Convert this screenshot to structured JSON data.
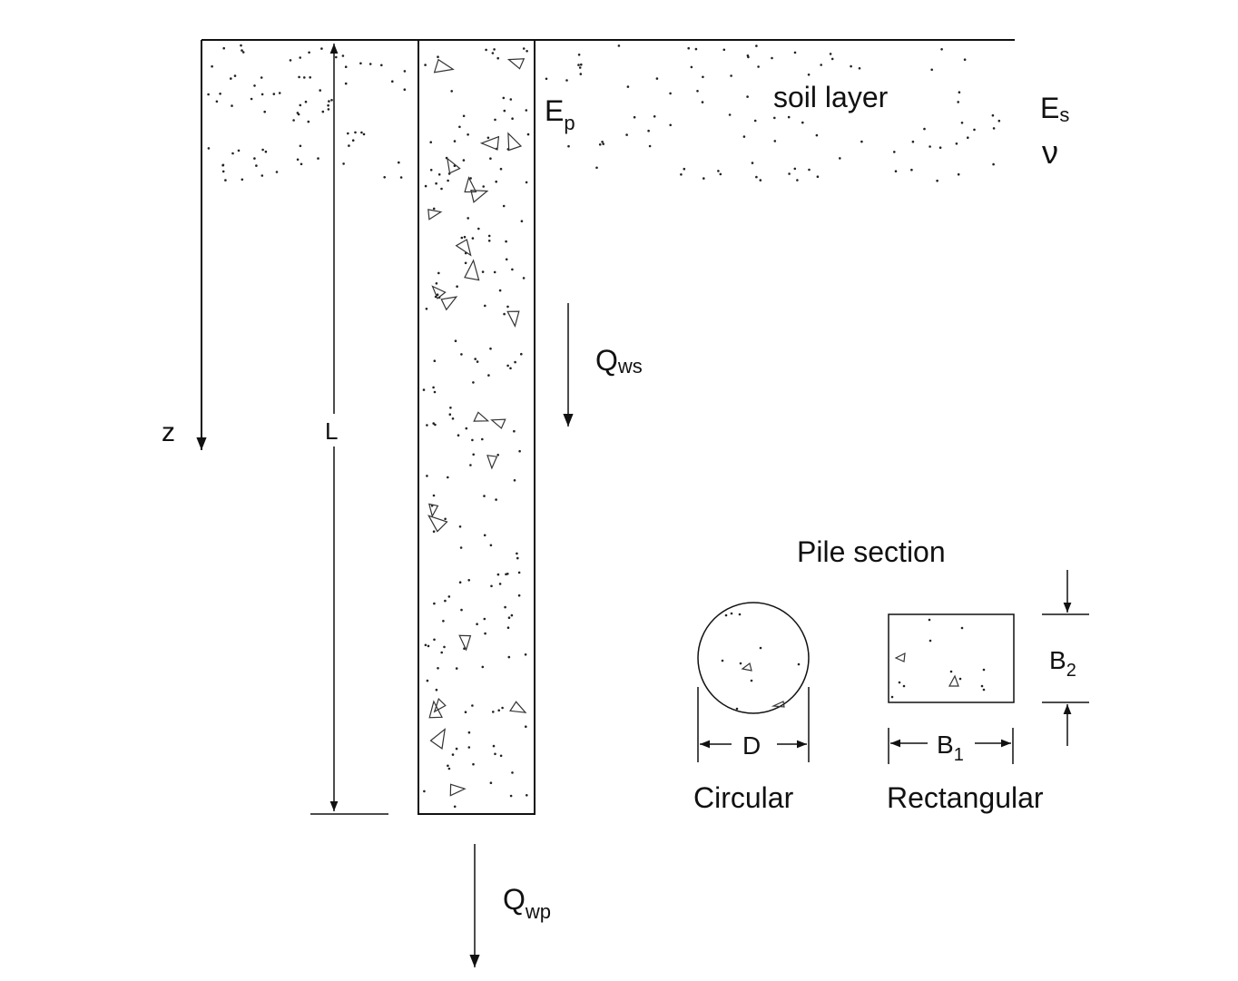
{
  "labels": {
    "soil_layer": "soil layer",
    "Es_main": "E",
    "Es_sub": "s",
    "nu": "ν",
    "Ep_main": "E",
    "Ep_sub": "p",
    "Qws_main": "Q",
    "Qws_sub": "ws",
    "Qwp_main": "Q",
    "Qwp_sub": "wp",
    "z": "z",
    "L": "L",
    "pile_section": "Pile section",
    "circular": "Circular",
    "rectangular": "Rectangular",
    "D": "D",
    "B1_main": "B",
    "B1_sub": "1",
    "B2_main": "B",
    "B2_sub": "2"
  }
}
